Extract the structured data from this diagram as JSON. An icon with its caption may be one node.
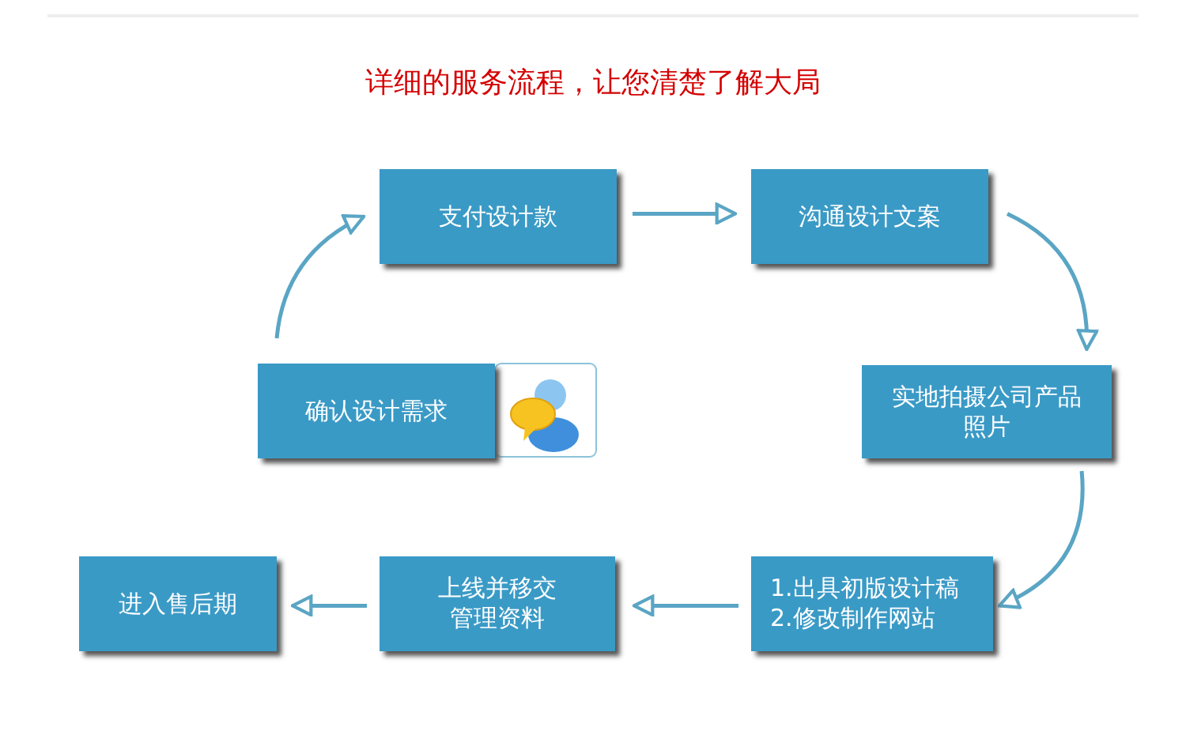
{
  "diagram": {
    "title": "详细的服务流程，让您清楚了解大局",
    "nodes": [
      {
        "text": [
          "确认设计需求"
        ]
      },
      {
        "text": [
          "支付设计款"
        ]
      },
      {
        "text": [
          "沟通设计文案"
        ]
      },
      {
        "text": [
          "实地拍摄公司产品照片"
        ]
      },
      {
        "text": [
          "1.出具初版设计稿",
          "2.修改制作网站"
        ]
      },
      {
        "text": [
          "上线并移交管理资料"
        ]
      },
      {
        "text": [
          "进入售后期"
        ]
      }
    ],
    "edges": [
      {
        "from": 0,
        "to": 1,
        "arrow": "to"
      },
      {
        "from": 1,
        "to": 2,
        "arrow": "to"
      },
      {
        "from": 2,
        "to": 3,
        "arrow": "to"
      },
      {
        "from": 3,
        "to": 4,
        "arrow": "to"
      },
      {
        "from": 4,
        "to": 5,
        "arrow": "to"
      },
      {
        "from": 5,
        "to": 6,
        "arrow": "to"
      }
    ]
  }
}
